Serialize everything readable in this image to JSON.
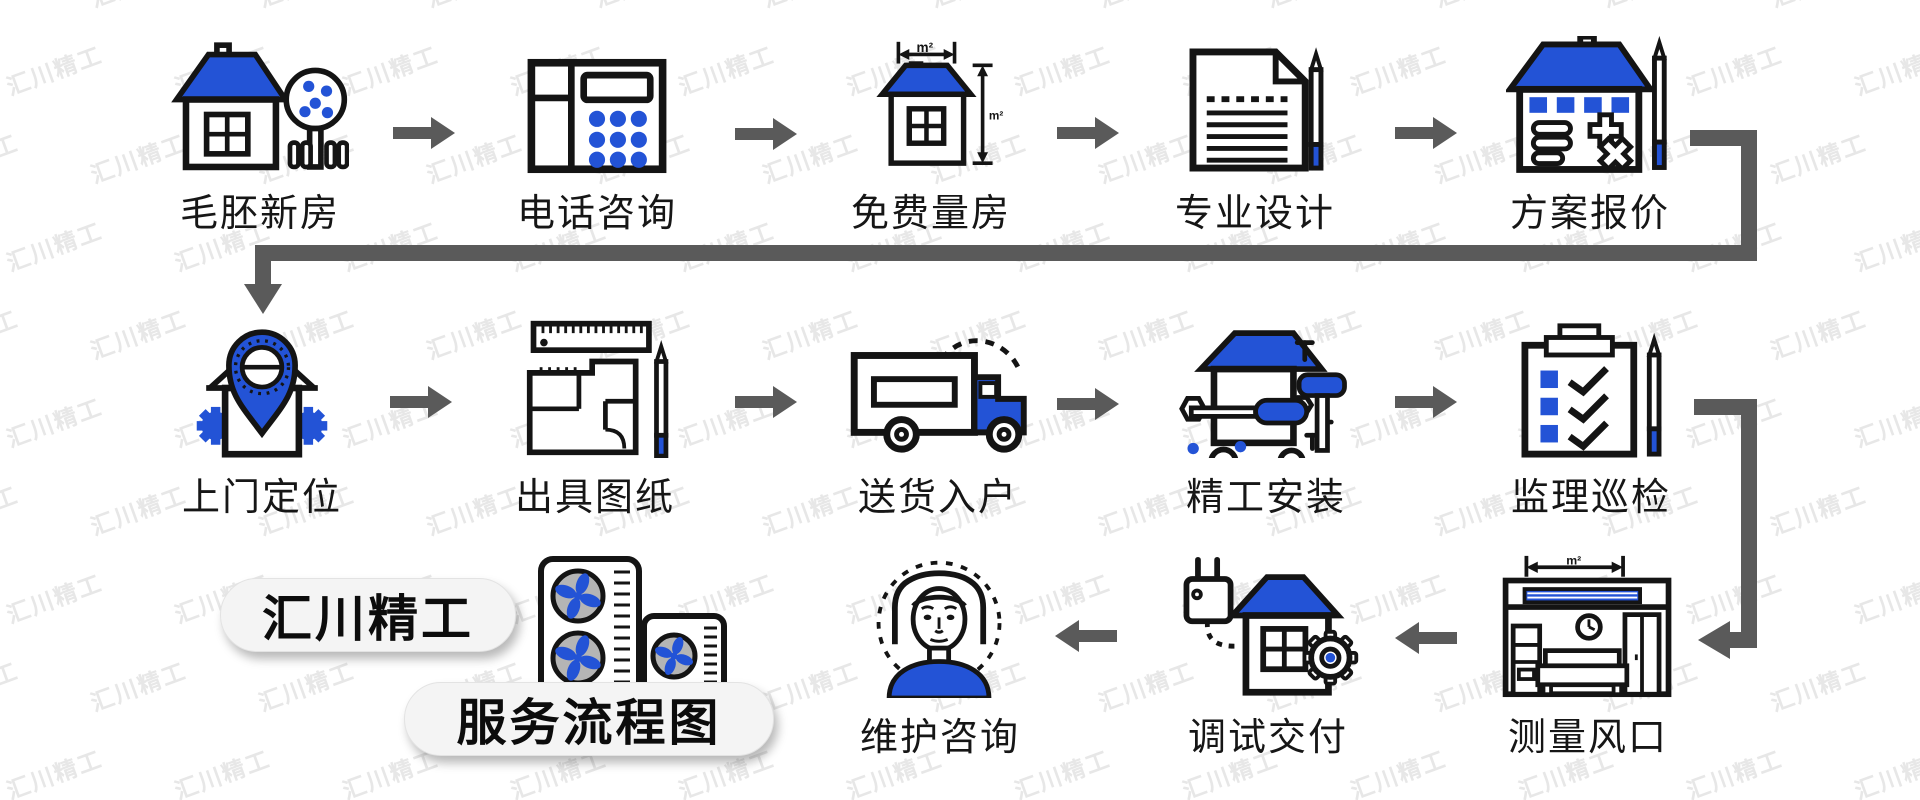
{
  "title": "服务流程图",
  "watermark": {
    "text": "汇川精工"
  },
  "colors": {
    "blue": "#2353d6",
    "ink": "#141414",
    "arrow_gray": "#5a5a5a",
    "watermark_gray": "#e7e7e7",
    "paper": "#ffffff",
    "fan_gray": "#b5b5b5",
    "pill_bg": "#f4f4f4"
  },
  "units": {
    "m2": "m²"
  },
  "flow": {
    "row1": [
      {
        "label": "毛胚新房",
        "icon": "house-tree-icon"
      },
      {
        "label": "电话咨询",
        "icon": "telephone-icon"
      },
      {
        "label": "免费量房",
        "icon": "measure-house-icon"
      },
      {
        "label": "专业设计",
        "icon": "design-document-icon"
      },
      {
        "label": "方案报价",
        "icon": "quotation-house-icon"
      }
    ],
    "row2": [
      {
        "label": "上门定位",
        "icon": "location-pin-gears-icon"
      },
      {
        "label": "出具图纸",
        "icon": "blueprint-ruler-pen-icon"
      },
      {
        "label": "送货入户",
        "icon": "delivery-truck-icon"
      },
      {
        "label": "精工安装",
        "icon": "house-tools-icon"
      },
      {
        "label": "监理巡检",
        "icon": "checklist-clipboard-icon"
      }
    ],
    "row3": [
      {
        "label": "测量风口",
        "icon": "room-air-vent-icon"
      },
      {
        "label": "调试交付",
        "icon": "plug-house-gear-icon"
      },
      {
        "label": "维护咨询",
        "icon": "service-person-icon"
      }
    ]
  },
  "brand": {
    "name": "汇川精工",
    "subtitle": "服务流程图"
  }
}
